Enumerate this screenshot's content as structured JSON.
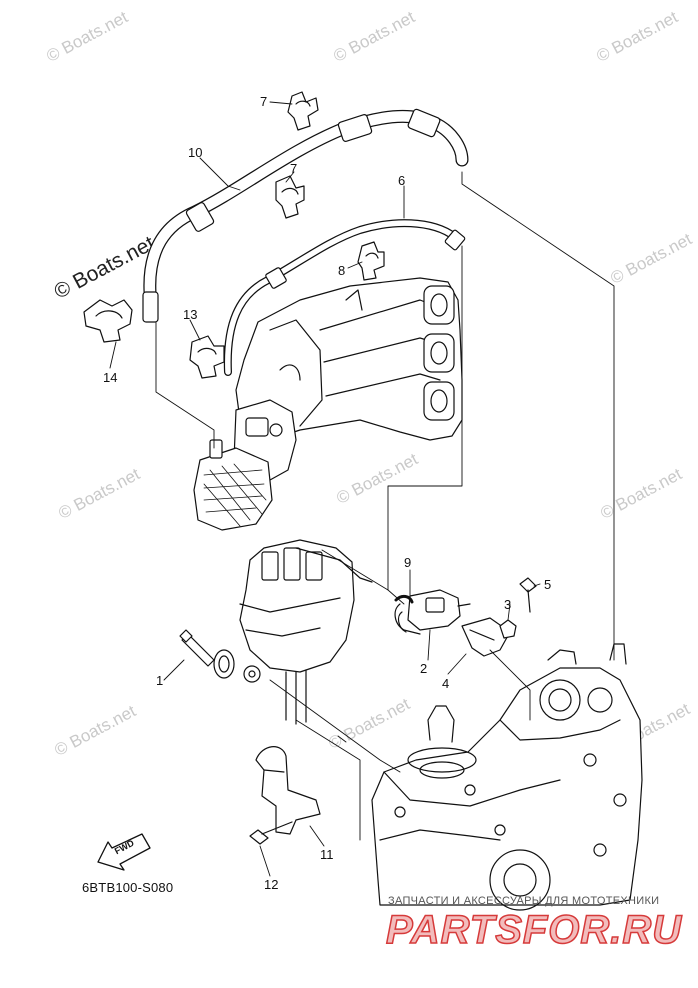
{
  "diagram": {
    "code": "6BTB100-S080",
    "fwd_label": "FWD",
    "callouts": [
      {
        "id": "1",
        "text": "1"
      },
      {
        "id": "2",
        "text": "2"
      },
      {
        "id": "3",
        "text": "3"
      },
      {
        "id": "4",
        "text": "4"
      },
      {
        "id": "5",
        "text": "5"
      },
      {
        "id": "6",
        "text": "6"
      },
      {
        "id": "7a",
        "text": "7"
      },
      {
        "id": "7b",
        "text": "7"
      },
      {
        "id": "8",
        "text": "8"
      },
      {
        "id": "9",
        "text": "9"
      },
      {
        "id": "10",
        "text": "10"
      },
      {
        "id": "11",
        "text": "11"
      },
      {
        "id": "12",
        "text": "12"
      },
      {
        "id": "13",
        "text": "13"
      },
      {
        "id": "14",
        "text": "14"
      }
    ]
  },
  "watermark": {
    "small": "© Boats.net",
    "large": "© Boats.net"
  },
  "footer": {
    "tagline": "ЗАПЧАСТИ И АКСЕССУАРЫ ДЛЯ МОТОТЕХНИКИ",
    "brand": "PARTSFOR.RU",
    "brand_color": "#d63a3a"
  }
}
